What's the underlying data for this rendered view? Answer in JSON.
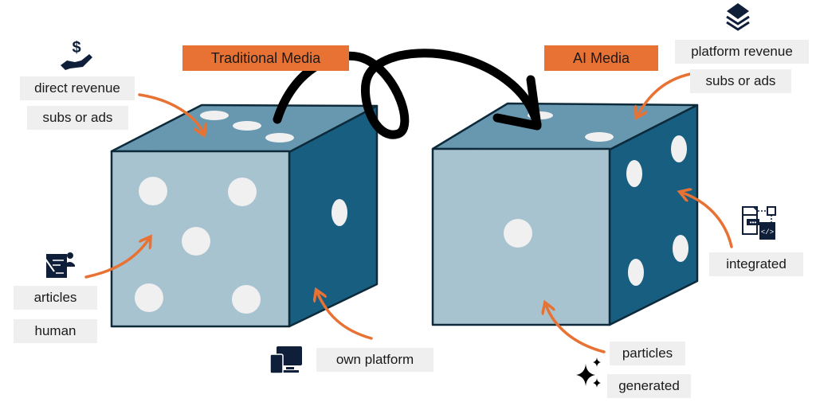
{
  "colors": {
    "accent_orange": "#e87234",
    "die_front": "#a8c3d0",
    "die_top": "#6898b0",
    "die_side": "#175e80",
    "die_outline": "#0d2a3a",
    "pip": "#f0f0f0",
    "label_bg": "#efefef",
    "icon_dark": "#0f1f3a"
  },
  "left_die": {
    "title": "Traditional Media",
    "top_face": {
      "pips": 3,
      "labels": [
        "direct revenue",
        "subs or ads"
      ],
      "icon": "money-hand-icon"
    },
    "front_face": {
      "pips": 5,
      "labels": [
        "articles",
        "human"
      ],
      "icon": "writing-person-icon"
    },
    "side_face": {
      "pips": 1,
      "labels": [
        "own platform"
      ],
      "icon": "devices-icon"
    }
  },
  "right_die": {
    "title": "AI Media",
    "top_face": {
      "pips": 2,
      "labels": [
        "platform revenue",
        "subs or ads"
      ],
      "icon": "layers-icon"
    },
    "front_face": {
      "pips": 1,
      "labels": [
        "particles",
        "generated"
      ],
      "icon": "sparkles-icon"
    },
    "side_face": {
      "pips": 4,
      "labels": [
        "integrated"
      ],
      "icon": "code-integration-icon"
    }
  }
}
